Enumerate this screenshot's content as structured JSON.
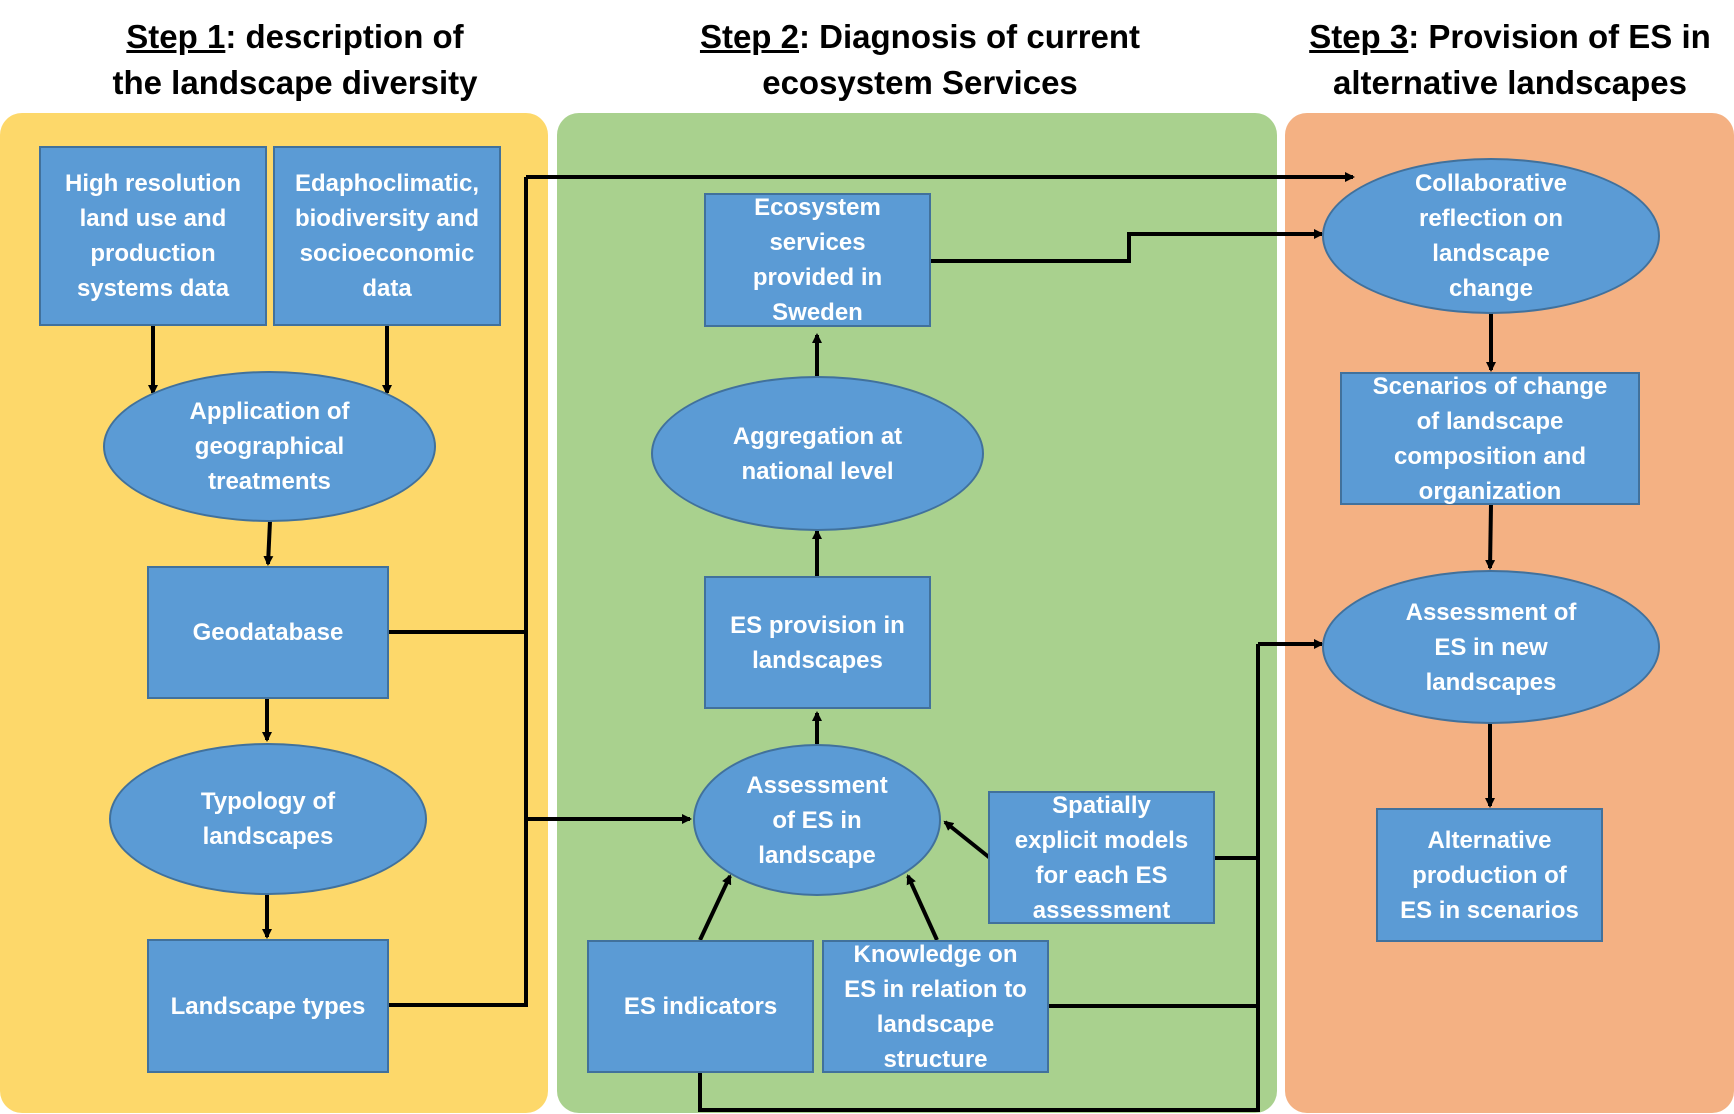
{
  "headers": {
    "step1": {
      "step": "Step 1",
      "rest": ": description of\nthe landscape diversity"
    },
    "step2": {
      "step": "Step 2",
      "rest": ":  Diagnosis of current\necosystem Services"
    },
    "step3": {
      "step": "Step 3",
      "rest": ":  Provision of ES in\nalternative landscapes"
    }
  },
  "colors": {
    "panel1": "#fdd86a",
    "panel2": "#a9d18e",
    "panel3": "#f4b183",
    "node_fill": "#5b9bd5",
    "node_border": "#41719c",
    "arrow": "#000000"
  },
  "nodes": {
    "land_use_data": "High resolution\nland use and\nproduction\nsystems data",
    "edapho_data": "Edaphoclimatic,\nbiodiversity and\nsocioeconomic\ndata",
    "geo_treatments": "Application of\ngeographical\ntreatments",
    "geodatabase": "Geodatabase",
    "typology": "Typology of\nlandscapes",
    "landscape_types": "Landscape types",
    "es_sweden": "Ecosystem\nservices\nprovided in\nSweden",
    "aggregation": "Aggregation at\nnational level",
    "es_provision": "ES provision in\nlandscapes",
    "assessment_es": "Assessment\nof ES in\nlandscape",
    "spatial_models": "Spatially\nexplicit models\nfor each ES\nassessment",
    "es_indicators": "ES indicators",
    "knowledge": "Knowledge on\nES in relation to\nlandscape\nstructure",
    "collaborative": "Collaborative\nreflection on\nlandscape\nchange",
    "scenarios": "Scenarios of change\nof landscape\ncomposition and\norganization",
    "assessment_new": "Assessment of\nES in new\nlandscapes",
    "alternative": "Alternative\nproduction of\nES in scenarios"
  }
}
